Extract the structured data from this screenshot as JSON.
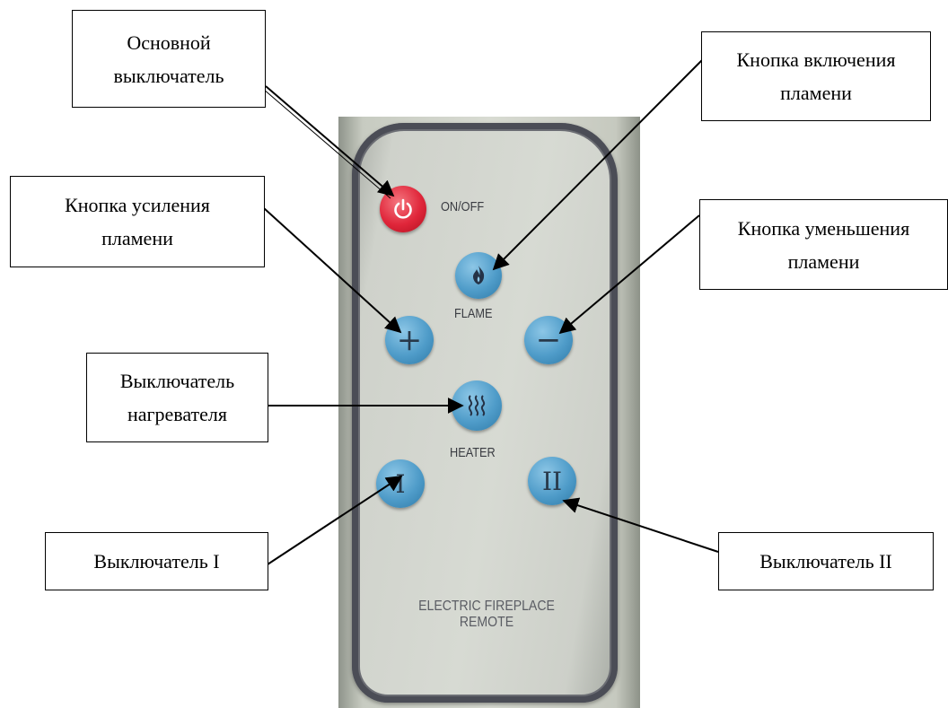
{
  "callouts": {
    "main_switch": "Основной\nвыключатель",
    "flame_on": "Кнопка включения\nпламени",
    "flame_up": "Кнопка усиления\nпламени",
    "flame_down": "Кнопка уменьшения\nпламени",
    "heater_switch": "Выключатель\nнагревателя",
    "switch_1": "Выключатель I",
    "switch_2": "Выключатель II"
  },
  "remote": {
    "onoff_label": "ON/OFF",
    "flame_label": "FLAME",
    "heater_label": "HEATER",
    "plus_symbol": "+",
    "minus_symbol": "−",
    "button_1": "I",
    "button_2": "II",
    "footer_line1": "ELECTRIC FIREPLACE",
    "footer_line2": "REMOTE"
  },
  "colors": {
    "power_button": "#e0263a",
    "blue_buttons": "#4f9cc9",
    "remote_body": "#d7dad3",
    "remote_rim": "#4b4d56"
  },
  "icons": {
    "power": "power-icon",
    "flame": "flame-icon",
    "heater": "heat-waves-icon"
  }
}
